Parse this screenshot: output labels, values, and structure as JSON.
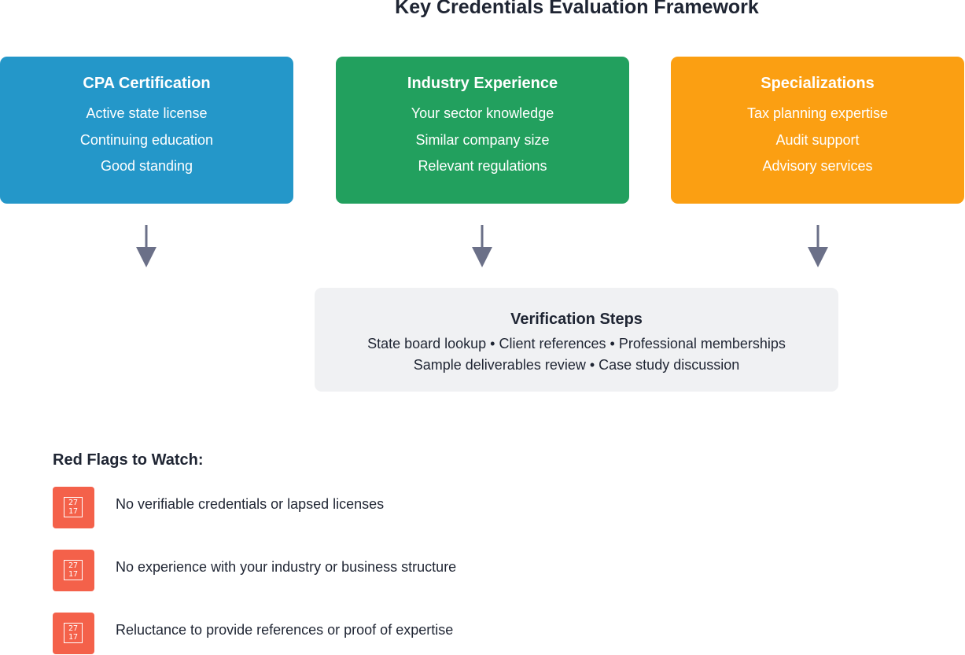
{
  "title": "Key Credentials Evaluation Framework",
  "cards": [
    {
      "title": "CPA Certification",
      "items": [
        "Active state license",
        "Continuing education",
        "Good standing"
      ],
      "color": "#2497c9"
    },
    {
      "title": "Industry Experience",
      "items": [
        "Your sector knowledge",
        "Similar company size",
        "Relevant regulations"
      ],
      "color": "#22a05e"
    },
    {
      "title": "Specializations",
      "items": [
        "Tax planning expertise",
        "Audit support",
        "Advisory services"
      ],
      "color": "#fb9f12"
    }
  ],
  "arrow_color": "#6b7088",
  "verification": {
    "title": "Verification Steps",
    "lines": [
      "State board lookup • Client references • Professional memberships",
      "Sample deliverables review • Case study discussion"
    ]
  },
  "red_flags": {
    "heading": "Red Flags to Watch:",
    "icon": "missing-glyph-icon",
    "icon_color": "#f4614a",
    "items": [
      "No verifiable credentials or lapsed licenses",
      "No experience with your industry or business structure",
      "Reluctance to provide references or proof of expertise"
    ]
  }
}
